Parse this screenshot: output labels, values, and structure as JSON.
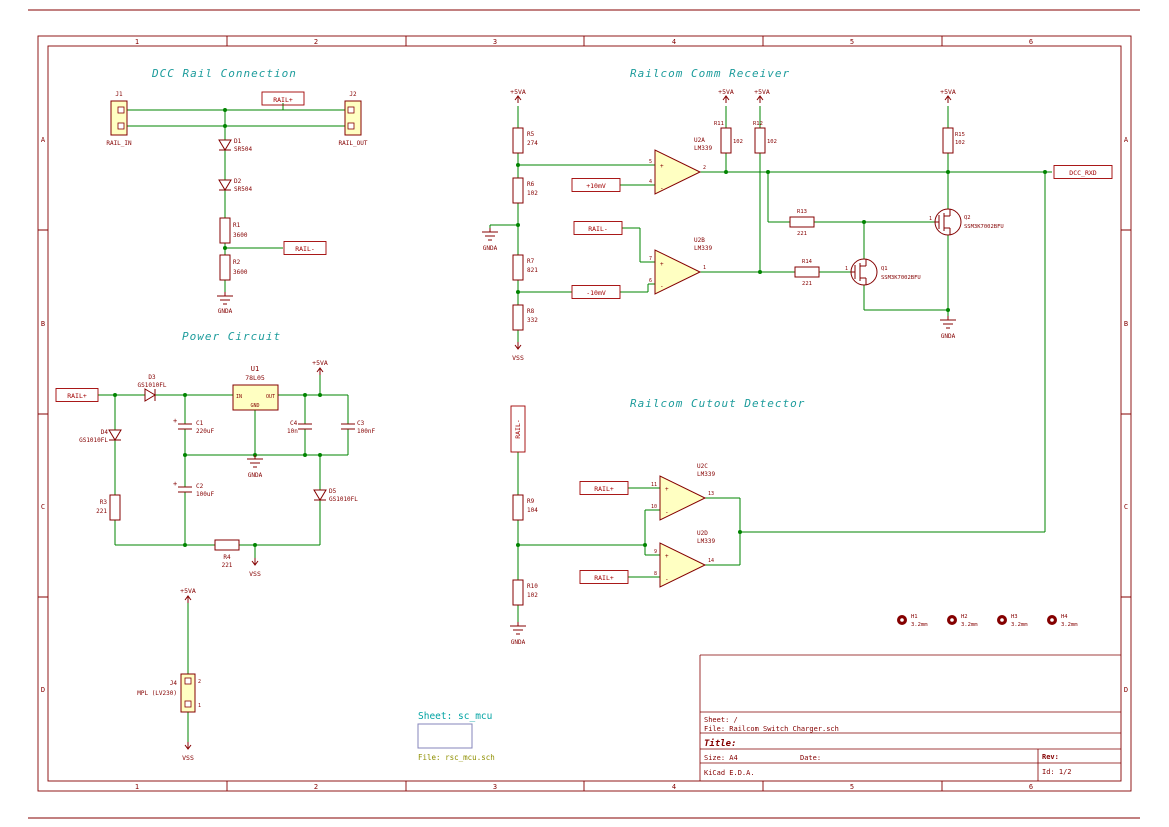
{
  "colors": {
    "wire": "#008400",
    "symbol_outline": "#840000",
    "symbol_fill": "#FFFFC2",
    "global_label": "#a00000",
    "notes": "#1d9c9c",
    "sheet_name": "#00a3a3",
    "sheet_file": "#8f8f00",
    "frame": "#840000"
  },
  "frame": {
    "cols": [
      "1",
      "2",
      "3",
      "4",
      "5",
      "6"
    ],
    "rows": [
      "A",
      "B",
      "C",
      "D"
    ]
  },
  "titles": {
    "dcc": "DCC Rail Connection",
    "receiver": "Railcom Comm Receiver",
    "power": "Power Circuit",
    "cutout": "Railcom Cutout Detector"
  },
  "sym": {
    "plus": "+",
    "minus": "-"
  },
  "power_flags": {
    "p5va": "+5VA",
    "vss": "VSS",
    "gnda": "GNDA"
  },
  "dcc": {
    "j1_ref": "J1",
    "j1_val": "RAIL_IN",
    "j2_ref": "J2",
    "j2_val": "RAIL_OUT",
    "d1_ref": "D1",
    "d1_val": "SR504",
    "d2_ref": "D2",
    "d2_val": "SR504",
    "r1_ref": "R1",
    "r1_val": "3600",
    "r2_ref": "R2",
    "r2_val": "3600",
    "lbl_rail_plus": "RAIL+",
    "lbl_rail_minus": "RAIL-"
  },
  "power": {
    "lbl_rail_plus": "RAIL+",
    "d3_ref": "D3",
    "d3_val": "GS1010FL",
    "d4_ref": "D4",
    "d4_val": "GS1010FL",
    "d5_ref": "D5",
    "d5_val": "GS1010FL",
    "u1_ref": "U1",
    "u1_val": "78L05",
    "u1_pin_in": "IN",
    "u1_pin_out": "OUT",
    "u1_pin_gnd": "GND",
    "c1_ref": "C1",
    "c1_val": "220uF",
    "c2_ref": "C2",
    "c2_val": "100uF",
    "c3_ref": "C3",
    "c3_val": "100nF",
    "c4_ref": "C4",
    "c4_val": "10n",
    "r3_ref": "R3",
    "r3_val": "221",
    "r4_ref": "R4",
    "r4_val": "221"
  },
  "receiver": {
    "r5_ref": "R5",
    "r5_val": "274",
    "r6_ref": "R6",
    "r6_val": "102",
    "r7_ref": "R7",
    "r7_val": "821",
    "r8_ref": "R8",
    "r8_val": "332",
    "r11_ref": "R11",
    "r11_val": "102",
    "r12_ref": "R12",
    "r12_val": "102",
    "r13_ref": "R13",
    "r13_val": "221",
    "r14_ref": "R14",
    "r14_val": "221",
    "r15_ref": "R15",
    "r15_val": "102",
    "u2a_ref": "U2A",
    "u2a_val": "LM339",
    "u2b_ref": "U2B",
    "u2b_val": "LM339",
    "u2a_pin_top": "5",
    "u2a_pin_bot": "4",
    "u2a_pin_out": "2",
    "u2b_pin_top": "7",
    "u2b_pin_bot": "6",
    "u2b_pin_out": "1",
    "q1_ref": "Q1",
    "q1_val": "SSM3K7002BFU",
    "q1_pin": "1",
    "q2_ref": "Q2",
    "q2_val": "SSM3K7002BFU",
    "q2_pin": "1",
    "lbl_p10mv": "+10mV",
    "lbl_m10mv": "-10mV",
    "lbl_rail_minus": "RAIL-",
    "lbl_dcc_rxd": "DCC_RXD"
  },
  "cutout": {
    "lbl_rail_minus": "RAIL-",
    "r9_ref": "R9",
    "r9_val": "104",
    "r10_ref": "R10",
    "r10_val": "102",
    "u2c_ref": "U2C",
    "u2c_val": "LM339",
    "u2d_ref": "U2D",
    "u2d_val": "LM339",
    "u2c_pin_top": "11",
    "u2c_pin_bot": "10",
    "u2c_pin_out": "13",
    "u2d_pin_top": "9",
    "u2d_pin_bot": "8",
    "u2d_pin_out": "14",
    "lbl_top": "RAIL+",
    "lbl_bot": "RAIL+"
  },
  "aux": {
    "ref": "J4",
    "val": "MPL (LV230)",
    "pin1": "1",
    "pin2": "2"
  },
  "holes": {
    "h1_ref": "H1",
    "h1_val": "3.2mm",
    "h2_ref": "H2",
    "h2_val": "3.2mm",
    "h3_ref": "H3",
    "h3_val": "3.2mm",
    "h4_ref": "H4",
    "h4_val": "3.2mm"
  },
  "sheet_symbol": {
    "name": "Sheet: sc_mcu",
    "file": "File: rsc_mcu.sch"
  },
  "title_block": {
    "sheet": "Sheet: /",
    "file": "File: Railcom Switch Charger.sch",
    "title_label": "Title:",
    "size": "Size: A4",
    "date": "Date:",
    "rev_label": "Rev:",
    "kicad": "KiCad E.D.A.",
    "id": "Id: 1/2"
  }
}
